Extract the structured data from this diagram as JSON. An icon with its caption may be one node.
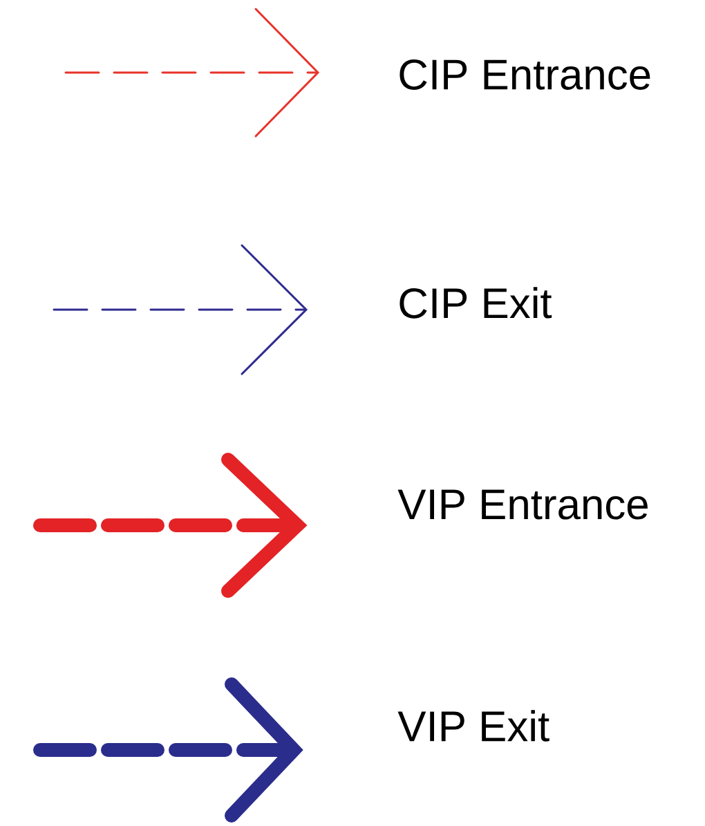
{
  "diagram": {
    "legend": [
      {
        "text": "CIP Entrance"
      },
      {
        "text": "CIP Exit"
      },
      {
        "text": "VIP  Entrance"
      },
      {
        "text": "VIP Exit"
      }
    ]
  }
}
